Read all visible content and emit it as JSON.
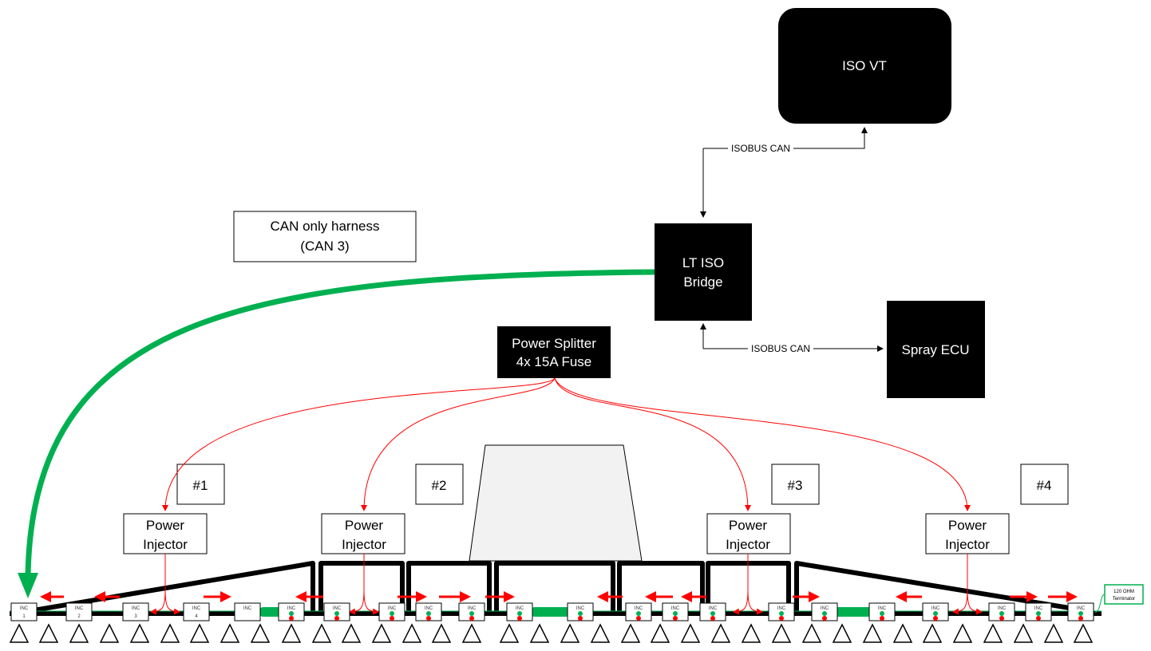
{
  "nodes": {
    "iso_vt": "ISO VT",
    "bridge": [
      "LT ISO",
      "Bridge"
    ],
    "spray_ecu": "Spray ECU",
    "power_splitter": [
      "Power Splitter",
      "4x 15A Fuse"
    ],
    "harness_note": [
      "CAN only harness",
      "(CAN 3)"
    ],
    "isobus_upper": "ISOBUS CAN",
    "isobus_lower": "ISOBUS CAN",
    "terminator": [
      "120 OHM",
      "Terminator"
    ]
  },
  "sections": [
    "#1",
    "#2",
    "#3",
    "#4"
  ],
  "injector_label": [
    "Power",
    "Injector"
  ],
  "inc_modules": [
    {
      "label": "INC",
      "num": "1",
      "leds": false
    },
    {
      "label": "INC",
      "num": "2",
      "leds": false
    },
    {
      "label": "INC",
      "num": "3",
      "leds": false
    },
    {
      "label": "INC",
      "num": "4",
      "leds": false
    },
    {
      "label": "INC",
      "num": "",
      "leds": false
    },
    {
      "label": "INC",
      "num": "",
      "leds": true
    },
    {
      "label": "INC",
      "num": "",
      "leds": true
    },
    {
      "label": "INC",
      "num": "",
      "leds": true
    },
    {
      "label": "INC",
      "num": "",
      "leds": true
    },
    {
      "label": "INC",
      "num": "",
      "leds": true
    },
    {
      "label": "INC",
      "num": "",
      "leds": true
    },
    {
      "label": "INC",
      "num": "",
      "leds": true
    },
    {
      "label": "INC",
      "num": "",
      "leds": true
    },
    {
      "label": "INC",
      "num": "",
      "leds": true
    },
    {
      "label": "INC",
      "num": "",
      "leds": true
    },
    {
      "label": "INC",
      "num": "",
      "leds": true
    },
    {
      "label": "INC",
      "num": "",
      "leds": true
    },
    {
      "label": "INC",
      "num": "",
      "leds": true
    },
    {
      "label": "INC",
      "num": "",
      "leds": true
    },
    {
      "label": "INC",
      "num": "",
      "leds": true
    },
    {
      "label": "INC",
      "num": "",
      "leds": true
    },
    {
      "label": "INC",
      "num": "",
      "leds": true
    }
  ],
  "colors": {
    "can_harness": "#00b050",
    "power": "#ff0000",
    "led_green": "#00b050",
    "led_red": "#ff0000",
    "tank": "#f2f2f2"
  }
}
